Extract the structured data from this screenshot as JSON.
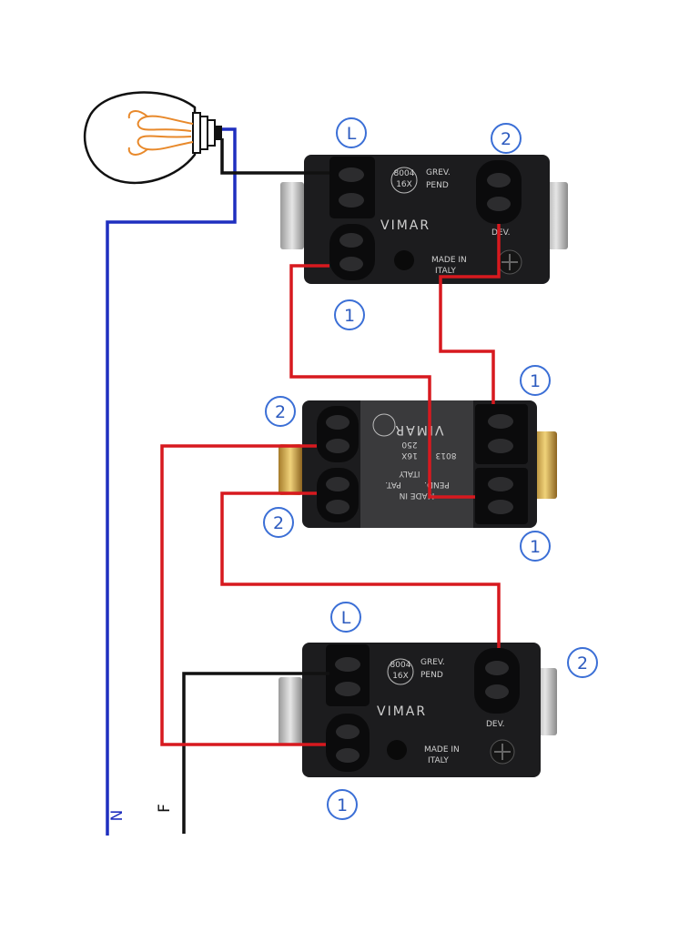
{
  "labels": {
    "neutral": "N",
    "phase": "F"
  },
  "terminals": {
    "common": "L",
    "one": "1",
    "two": "2"
  },
  "switch_markings": {
    "brand": "VIMAR",
    "rating": "8004",
    "current": "16X",
    "voltage": "250",
    "deviator_code": "8013",
    "deviator_side": "PAT.",
    "deviator_pend": "PEND.",
    "dev_grev": "DEV.",
    "grev": "GREV.",
    "pend": "PEND",
    "made": "MADE IN",
    "italy": "ITALY"
  },
  "colors": {
    "neutral_wire": "#1f2fbf",
    "phase_wire": "#111111",
    "traveler_wire": "#d7191f",
    "badge": "#3b6fd6",
    "switch_body": "#1c1c1e",
    "lamp_filament": "#e8892b"
  }
}
